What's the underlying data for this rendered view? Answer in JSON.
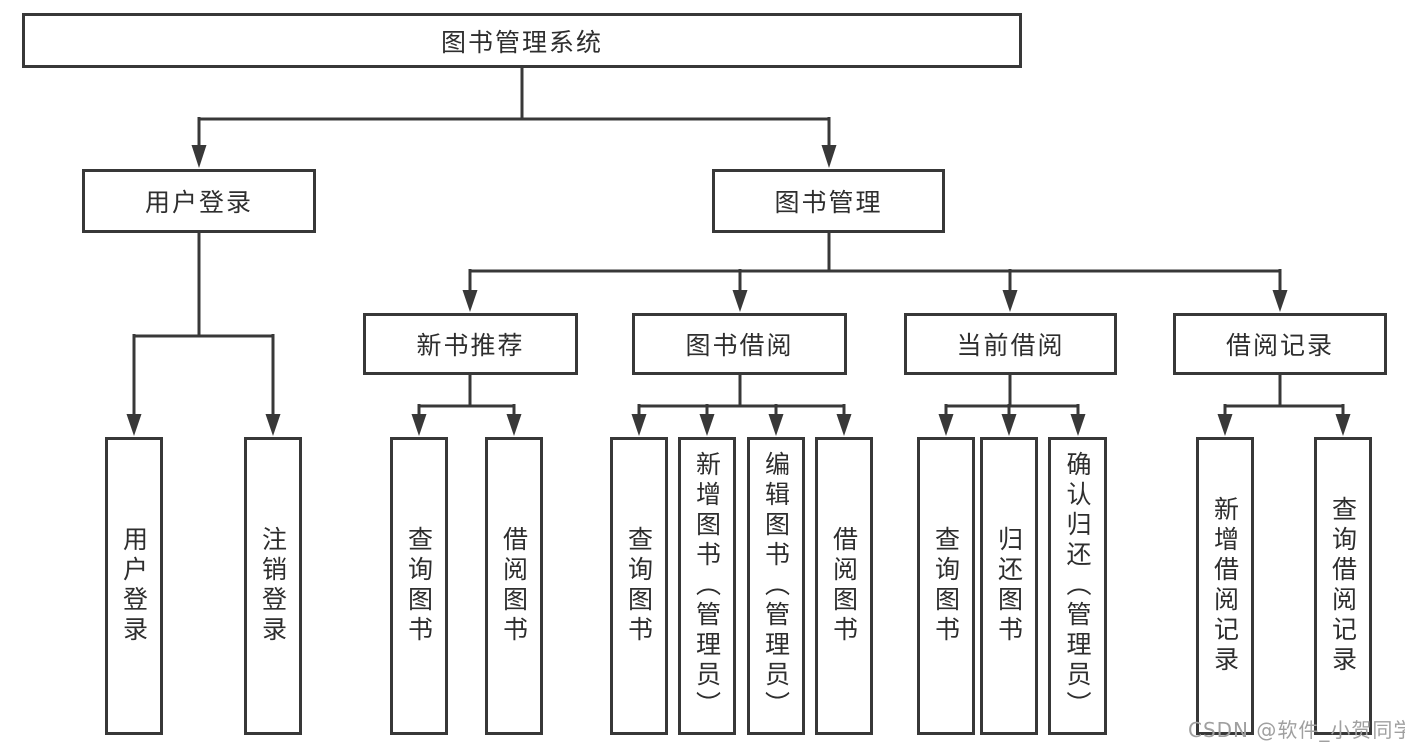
{
  "diagram": {
    "title": "图书管理系统",
    "colors": {
      "line": "#383838",
      "box_border": "#383838",
      "text": "#2e2e2e",
      "background": "#ffffff",
      "watermark": "#a0a0a0"
    },
    "root": {
      "label": "图书管理系统"
    },
    "level2": [
      {
        "id": "user-login",
        "label": "用户登录"
      },
      {
        "id": "book-management",
        "label": "图书管理"
      }
    ],
    "level3": [
      {
        "id": "new-book-recommend",
        "parent": "图书管理",
        "label": "新书推荐"
      },
      {
        "id": "book-borrow",
        "parent": "图书管理",
        "label": "图书借阅"
      },
      {
        "id": "current-borrow",
        "parent": "图书管理",
        "label": "当前借阅"
      },
      {
        "id": "borrow-record",
        "parent": "图书管理",
        "label": "借阅记录"
      }
    ],
    "leaves": [
      {
        "parent": "用户登录",
        "label": "用户登录"
      },
      {
        "parent": "用户登录",
        "label": "注销登录"
      },
      {
        "parent": "新书推荐",
        "label": "查询图书"
      },
      {
        "parent": "新书推荐",
        "label": "借阅图书"
      },
      {
        "parent": "图书借阅",
        "label": "查询图书"
      },
      {
        "parent": "图书借阅",
        "label": "新增图书（管理员）"
      },
      {
        "parent": "图书借阅",
        "label": "编辑图书（管理员）"
      },
      {
        "parent": "图书借阅",
        "label": "借阅图书"
      },
      {
        "parent": "当前借阅",
        "label": "查询图书"
      },
      {
        "parent": "当前借阅",
        "label": "归还图书"
      },
      {
        "parent": "当前借阅",
        "label": "确认归还（管理员）"
      },
      {
        "parent": "借阅记录",
        "label": "新增借阅记录"
      },
      {
        "parent": "借阅记录",
        "label": "查询借阅记录"
      }
    ]
  },
  "watermark": {
    "text": "CSDN @软件_小贺同学"
  }
}
